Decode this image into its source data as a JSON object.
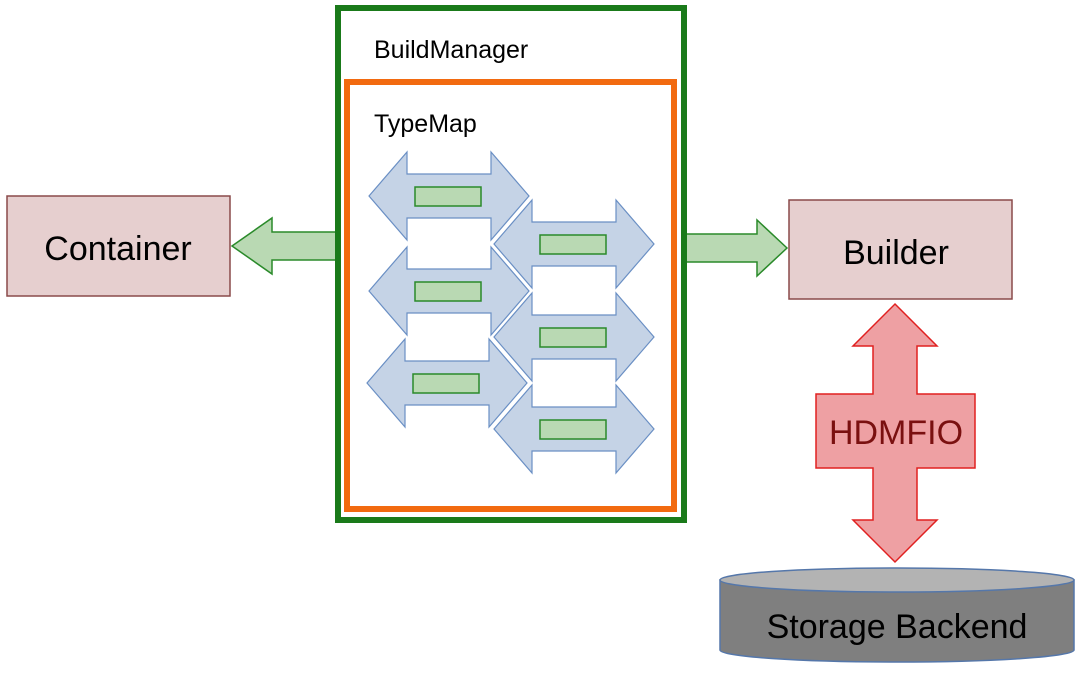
{
  "nodes": {
    "container": {
      "label": "Container",
      "fill": "#e6cfcf",
      "stroke": "#8a4a4a"
    },
    "build_manager": {
      "label": "BuildManager",
      "stroke": "#1a7a1a"
    },
    "type_map": {
      "label": "TypeMap",
      "stroke": "#f26a10"
    },
    "builder": {
      "label": "Builder",
      "fill": "#e6cfcf",
      "stroke": "#8a4a4a"
    },
    "hdmfio": {
      "label": "HDMFIO",
      "fill": "#eea0a3",
      "stroke": "#e02020",
      "text_color": "#7a1010"
    },
    "storage_backend": {
      "label": "Storage Backend",
      "fill": "#7f7f7f",
      "top_fill": "#b3b3b3",
      "stroke": "#5577aa"
    }
  },
  "edges": [
    {
      "from": "build_manager",
      "to": "container",
      "style": "block-arrow",
      "fill": "#b9d9b3",
      "stroke": "#2a8a2a"
    },
    {
      "from": "build_manager",
      "to": "builder",
      "style": "block-arrow",
      "fill": "#b9d9b3",
      "stroke": "#2a8a2a"
    },
    {
      "from": "builder",
      "to": "storage_backend",
      "style": "double-block-arrow",
      "via": "hdmfio"
    }
  ],
  "type_map_arrows": {
    "count": 6,
    "fill": "#c5d3e6",
    "stroke": "#6a8fc4",
    "inner_box_fill": "#b9d9b3",
    "inner_box_stroke": "#2a8a2a"
  }
}
